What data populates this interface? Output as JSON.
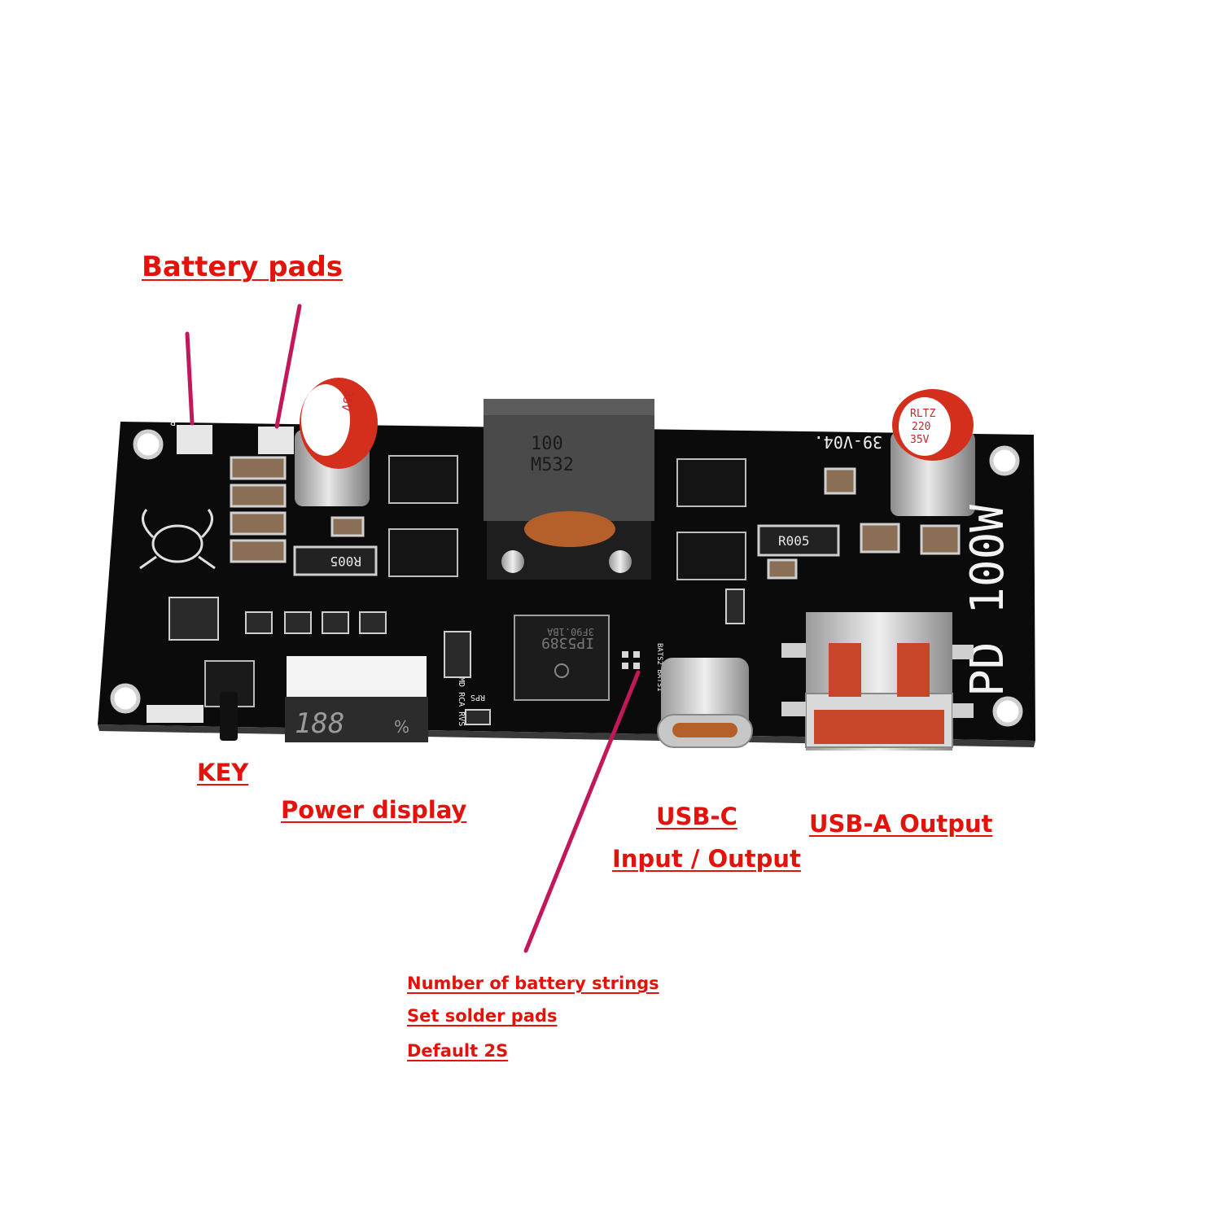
{
  "labels": {
    "battery_pads": "Battery pads",
    "key": "KEY",
    "power_display": "Power display",
    "usb_c_line1": "USB-C",
    "usb_c_line2": "Input / Output",
    "usb_a_output": "USB-A Output",
    "strings_line1": "Number of battery strings",
    "strings_line2": "Set solder pads",
    "strings_line3": "Default 2S"
  },
  "board": {
    "silkscreen_product": "PD 100W",
    "silkscreen_version": "39-V04.",
    "pad_label": "B-",
    "inductor_line1": "100",
    "inductor_line2": "M532",
    "resistor_left": "R005",
    "resistor_right": "R005",
    "cap_line1": "RLTZ",
    "cap_line2": "220",
    "cap_line3": "35V",
    "chip_line1": "IP5389",
    "chip_line2": "3F90.1BA",
    "display_digits": "188",
    "display_unit": "%",
    "side_labels": "RMD RCA RVS",
    "rps_label": "RPS",
    "bat_labels": "BATS2 BATS1"
  },
  "colors": {
    "annotation_red": "#e3120b",
    "pointer_line": "#c2185b",
    "pcb": "#0b0b0b",
    "silkscreen": "#f2f2f2",
    "pad_silver": "#e6e6e6",
    "cap_red": "#d32f1c",
    "copper": "#b5602a"
  }
}
